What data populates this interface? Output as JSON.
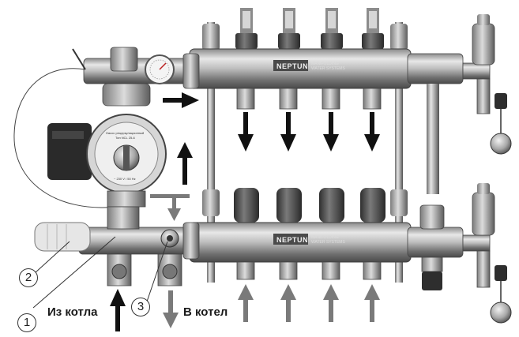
{
  "labels": {
    "from_boiler": "Из котла",
    "to_boiler": "В котел"
  },
  "callouts": [
    "1",
    "2",
    "3"
  ],
  "manifold": {
    "brand": "NEPTUN",
    "brand_sub_line1": "MANIFOLDING",
    "brand_sub_line2": "WATER SYSTEMS",
    "loop_count": 4
  },
  "pump": {
    "label_line1": "Насос рециркуляционный",
    "label_line2": "Тип NCL 25-6",
    "label_line3": "~ 230 V / 50 Hz"
  },
  "colors": {
    "metal_dark": "#5a5a5a",
    "metal_light": "#d0d0d0",
    "arrow_black": "#111111",
    "arrow_gray": "#7a7a7a",
    "cap_dark": "#3a3a3a"
  }
}
